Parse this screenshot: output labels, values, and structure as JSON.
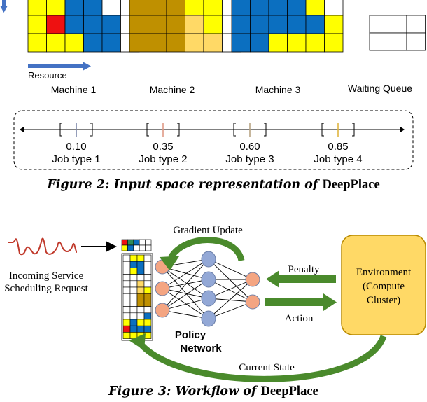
{
  "figure2": {
    "resource_label": "Resource",
    "machines": [
      "Machine 1",
      "Machine 2",
      "Machine 3"
    ],
    "waiting_queue": "Waiting Queue",
    "grids": {
      "m1": [
        [
          "y",
          "y",
          "b",
          "b",
          "w",
          "w"
        ],
        [
          "y",
          "r",
          "b",
          "b",
          "b",
          "w"
        ],
        [
          "y",
          "y",
          "y",
          "b",
          "b",
          "w"
        ]
      ],
      "m2": [
        [
          "o",
          "o",
          "o",
          "y",
          "y",
          "w"
        ],
        [
          "o",
          "o",
          "o",
          "l",
          "y",
          "w"
        ],
        [
          "o",
          "o",
          "o",
          "l",
          "l",
          "w"
        ]
      ],
      "m3": [
        [
          "b",
          "b",
          "b",
          "b",
          "y",
          "w"
        ],
        [
          "b",
          "b",
          "b",
          "b",
          "b",
          "y"
        ],
        [
          "b",
          "b",
          "y",
          "y",
          "y",
          "y"
        ]
      ],
      "queue": [
        [
          "w",
          "w",
          "w"
        ],
        [
          "w",
          "w",
          "w"
        ]
      ]
    },
    "jobs": [
      {
        "value": "0.10",
        "label": "Job type 1",
        "tick": "#7b86a8"
      },
      {
        "value": "0.35",
        "label": "Job type 2",
        "tick": "#e09a86"
      },
      {
        "value": "0.60",
        "label": "Job type 3",
        "tick": "#b8a483"
      },
      {
        "value": "0.85",
        "label": "Job type 4",
        "tick": "#e0b640"
      }
    ],
    "caption_italic": "Figure 2: Input space representation of ",
    "caption_name": "DeepPlace"
  },
  "figure3": {
    "incoming_line1": "Incoming Service",
    "incoming_line2": "Scheduling Request",
    "gradient_update": "Gradient Update",
    "policy_line1": "Policy",
    "policy_line2": "Network",
    "penalty": "Penalty",
    "action": "Action",
    "env_line1": "Environment",
    "env_line2": "(Compute",
    "env_line3": "Cluster)",
    "current_state": "Current State",
    "caption_italic": "Figure 3: Workflow of ",
    "caption_name": "DeepPlace"
  },
  "colors": {
    "y": "#ffff00",
    "r": "#ee1111",
    "b": "#0b6fc0",
    "o": "#bf9000",
    "l": "#ffd966",
    "w": "#ffffff",
    "green_arrow": "#4a8a2c",
    "env_fill": "#ffd966",
    "env_stroke": "#b88a00",
    "node_orange": "#f4a582",
    "node_blue": "#93a8d6",
    "arrow_blue": "#4472c4",
    "request_line": "#c0392b"
  }
}
